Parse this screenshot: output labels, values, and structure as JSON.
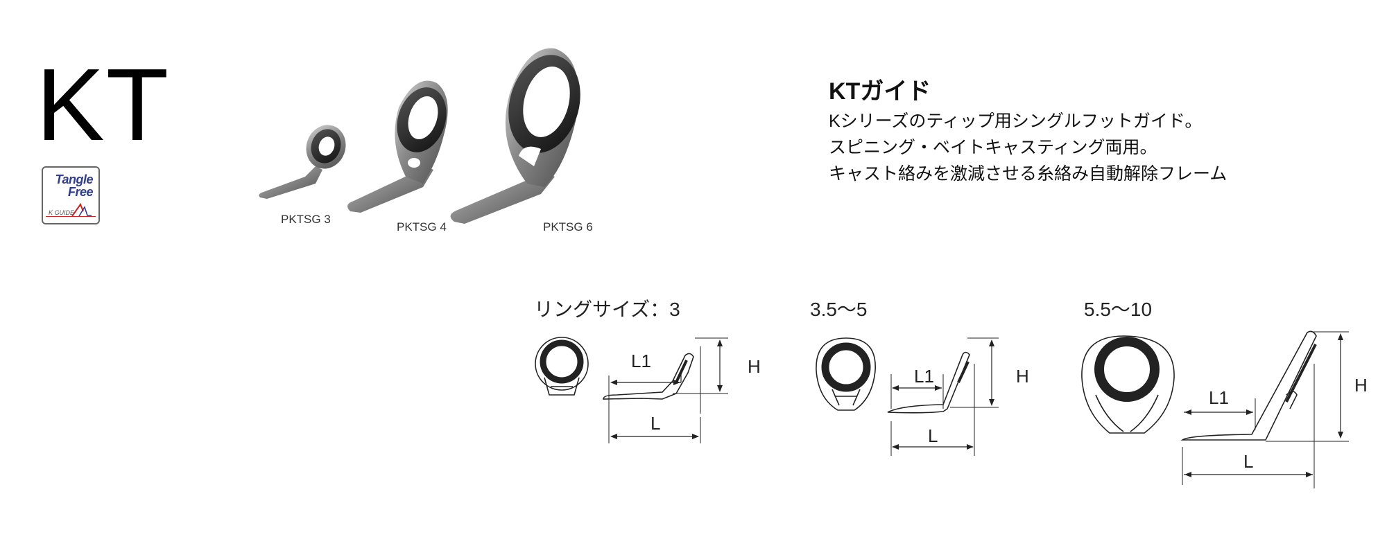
{
  "header": {
    "model_code": "KT",
    "badge": {
      "line1": "Tangle",
      "line2": "Free",
      "subtext": "K GUIDE",
      "text_color": "#2f3d8c",
      "accent_color": "#cc2222"
    }
  },
  "products": [
    {
      "label": "PKTSG 3"
    },
    {
      "label": "PKTSG 4"
    },
    {
      "label": "PKTSG 6"
    }
  ],
  "description": {
    "title": "KTガイド",
    "lines": [
      "Kシリーズのティップ用シングルフットガイド。",
      "スピニング・ベイトキャスティング両用。",
      "キャスト絡みを激減させる糸絡み自動解除フレーム"
    ]
  },
  "diagrams": [
    {
      "size_label": "リングサイズ：3",
      "dim_l1": "L1",
      "dim_l": "L",
      "dim_h": "H"
    },
    {
      "size_label": "3.5〜5",
      "dim_l1": "L1",
      "dim_l": "L",
      "dim_h": "H"
    },
    {
      "size_label": "5.5〜10",
      "dim_l1": "L1",
      "dim_l": "L",
      "dim_h": "H"
    }
  ]
}
